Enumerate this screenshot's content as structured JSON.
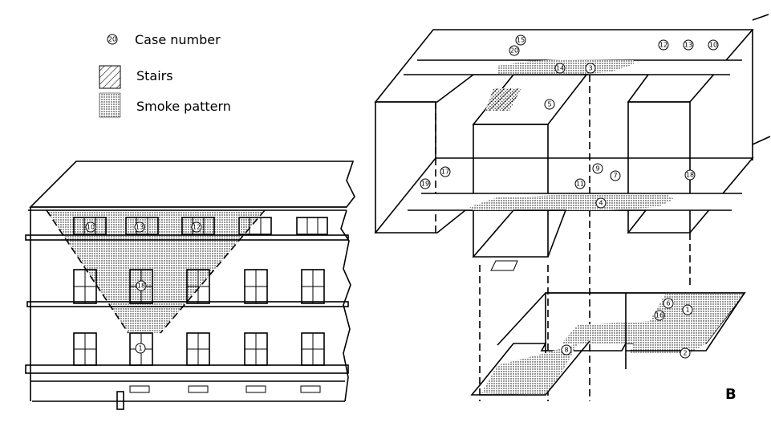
{
  "legend": {
    "case_symbol": "20",
    "case_label": "Case number",
    "stairs_label": "Stairs",
    "smoke_label": "Smoke pattern"
  },
  "facade": {
    "case_numbers": [
      "10",
      "13",
      "12",
      "18",
      "1"
    ]
  },
  "isometric": {
    "panel_letter": "B",
    "case_numbers": [
      "15",
      "20",
      "12",
      "13",
      "10",
      "14",
      "3",
      "5",
      "17",
      "19",
      "9",
      "7",
      "11",
      "4",
      "18",
      "6",
      "1",
      "16",
      "8",
      "2"
    ]
  },
  "colors": {
    "ink": "#000000",
    "paper": "#ffffff"
  }
}
